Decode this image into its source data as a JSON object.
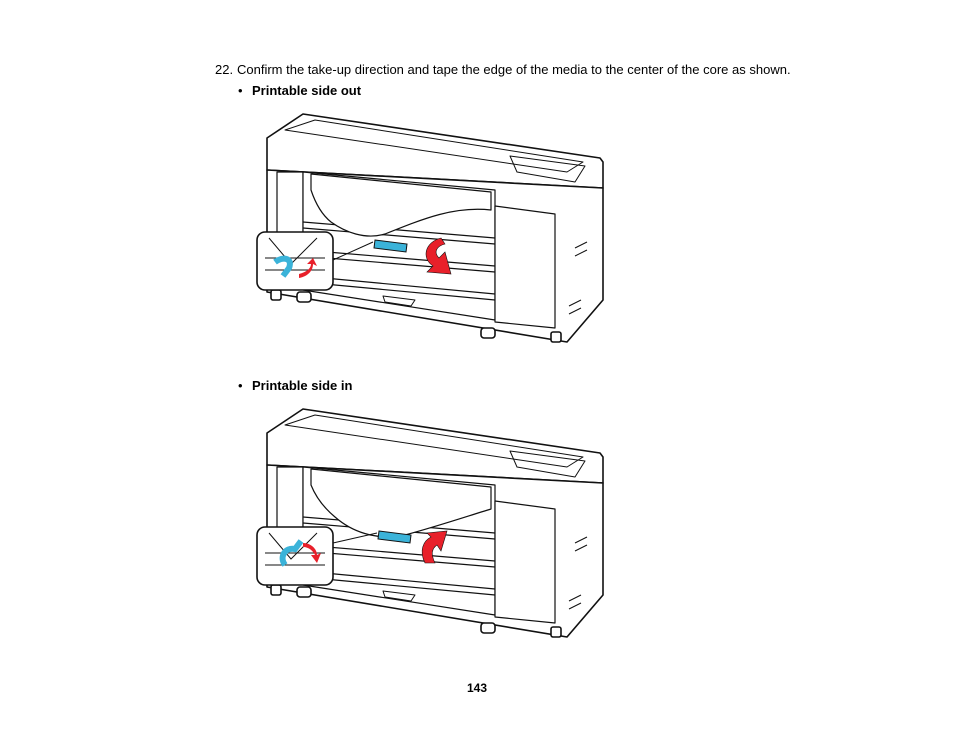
{
  "step": {
    "number": "22.",
    "text": "Confirm the take-up direction and tape the edge of the media to the center of the core as shown."
  },
  "bullets": [
    {
      "marker": "•",
      "label": "Printable side out"
    },
    {
      "marker": "•",
      "label": "Printable side in"
    }
  ],
  "figures": [
    {
      "arrow_direction": "down",
      "tape_color": "#3bb3d9",
      "arrow_color": "#e8202a"
    },
    {
      "arrow_direction": "up",
      "tape_color": "#3bb3d9",
      "arrow_color": "#e8202a"
    }
  ],
  "page_number": "143"
}
